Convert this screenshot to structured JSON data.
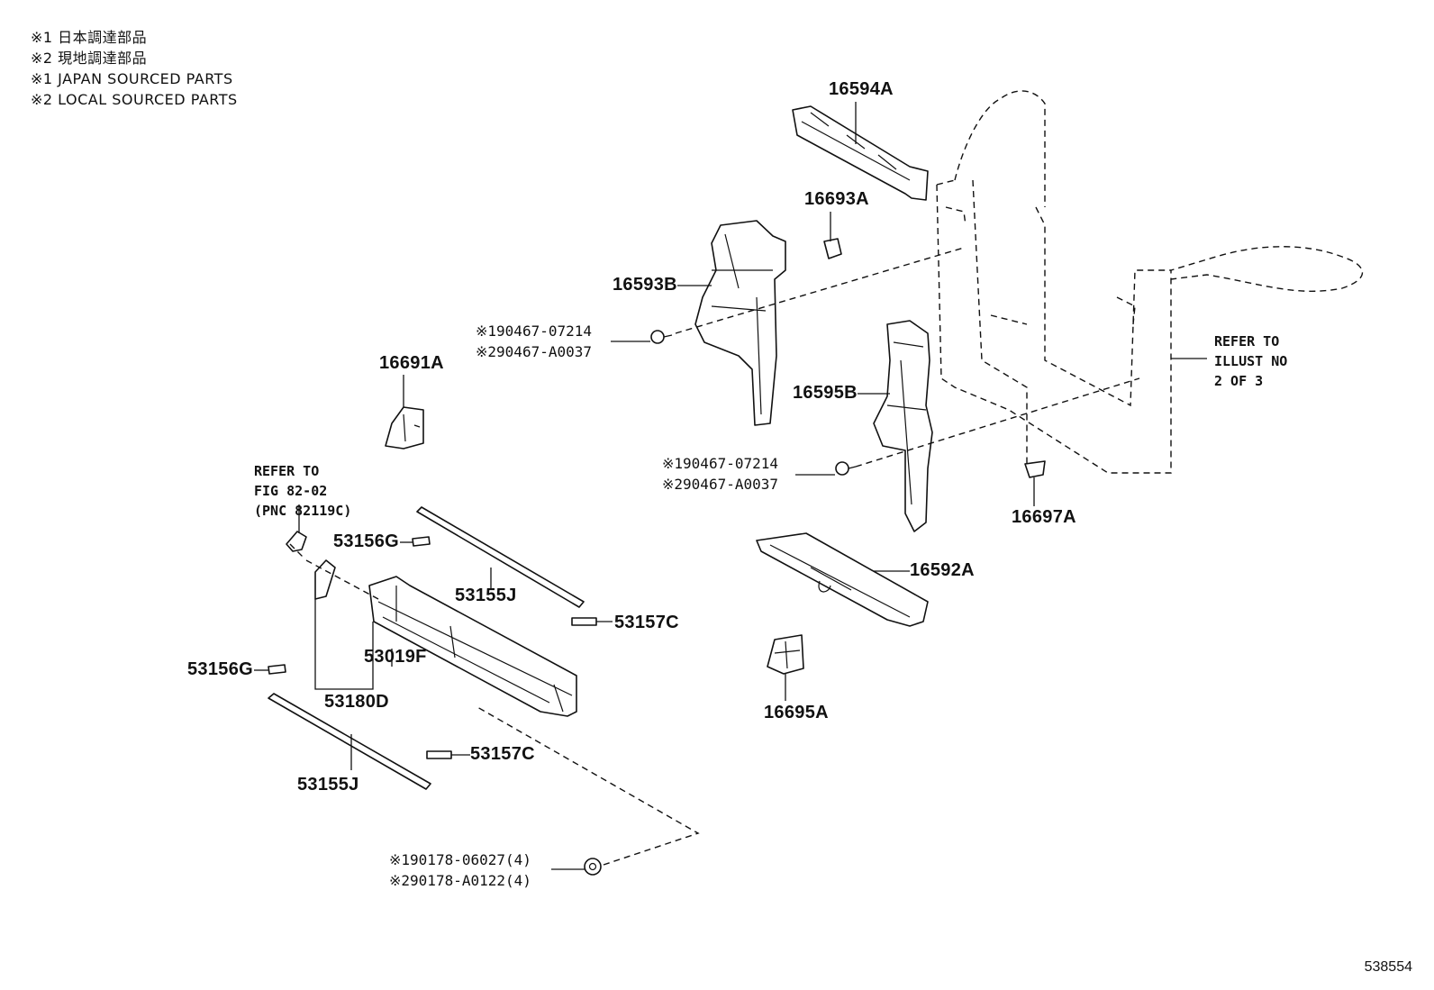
{
  "legend": [
    "※1 日本調達部品",
    "※2 現地調達部品",
    "※1 JAPAN SOURCED PARTS",
    "※2 LOCAL SOURCED PARTS"
  ],
  "labels": {
    "p16594A": "16594A",
    "p16693A": "16693A",
    "p16593B": "16593B",
    "p16691A": "16691A",
    "p16595B": "16595B",
    "p16697A": "16697A",
    "p16592A": "16592A",
    "p16695A": "16695A",
    "p53156G_top": "53156G",
    "p53155J_top": "53155J",
    "p53157C_top": "53157C",
    "p53019F": "53019F",
    "p53156G_left": "53156G",
    "p53180D": "53180D",
    "p53157C_bottom": "53157C",
    "p53155J_bottom": "53155J"
  },
  "fasteners": {
    "upper": [
      "※190467-07214",
      "※290467-A0037"
    ],
    "middle": [
      "※190467-07214",
      "※290467-A0037"
    ],
    "bottom": [
      "※190178-06027(4)",
      "※290178-A0122(4)"
    ]
  },
  "refer_right": [
    "REFER TO",
    "ILLUST NO",
    "2 OF 3"
  ],
  "refer_left": [
    "REFER TO",
    "FIG 82-02",
    "(PNC 82119C)"
  ],
  "sheet_number": "538554"
}
